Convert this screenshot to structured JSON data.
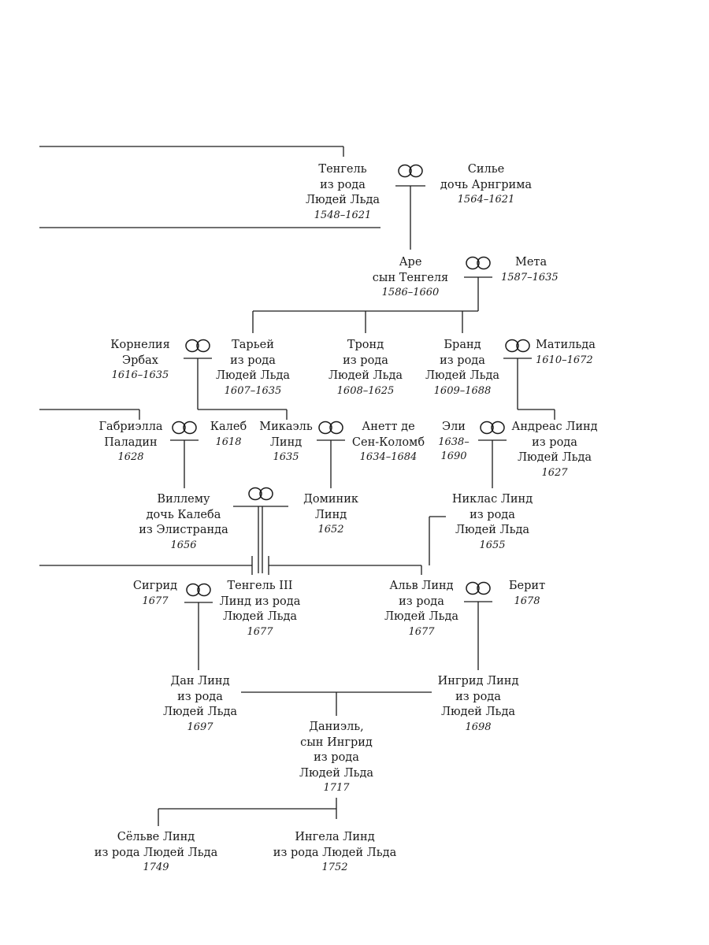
{
  "people": [
    {
      "id": "tengel",
      "lines": [
        "Тенгель",
        "из рода",
        "Людей Льда"
      ],
      "years": "1548–1621"
    },
    {
      "id": "silje",
      "lines": [
        "Силье",
        "дочь Арнгрима"
      ],
      "years": "1564–1621"
    },
    {
      "id": "are",
      "lines": [
        "Аре",
        "сын Тенгеля"
      ],
      "years": "1586–1660"
    },
    {
      "id": "meta",
      "lines": [
        "Мета"
      ],
      "years": "1587–1635"
    },
    {
      "id": "kornelia",
      "lines": [
        "Корнелия",
        "Эрбах"
      ],
      "years": "1616–1635"
    },
    {
      "id": "taryei",
      "lines": [
        "Тарьей",
        "из рода",
        "Людей Льда"
      ],
      "years": "1607–1635"
    },
    {
      "id": "trond",
      "lines": [
        "Тронд",
        "из рода",
        "Людей Льда"
      ],
      "years": "1608–1625"
    },
    {
      "id": "brand",
      "lines": [
        "Бранд",
        "из рода",
        "Людей Льда"
      ],
      "years": "1609–1688"
    },
    {
      "id": "matilda",
      "lines": [
        "Матильда"
      ],
      "years": "1610–1672"
    },
    {
      "id": "gabriella",
      "lines": [
        "Габриэлла",
        "Паладин"
      ],
      "years": "1628"
    },
    {
      "id": "kaleb",
      "lines": [
        "Калеб"
      ],
      "years": "1618"
    },
    {
      "id": "mikael",
      "lines": [
        "Микаэль",
        "Линд"
      ],
      "years": "1635"
    },
    {
      "id": "anett",
      "lines": [
        "Анетт де",
        "Сен-Коломб"
      ],
      "years": "1634–1684"
    },
    {
      "id": "eli",
      "lines": [
        "Эли"
      ],
      "years": "1638–1690"
    },
    {
      "id": "andreas",
      "lines": [
        "Андреас Линд",
        "из рода",
        "Людей Льда"
      ],
      "years": "1627"
    },
    {
      "id": "villemu",
      "lines": [
        "Виллему",
        "дочь Калеба",
        "из Элистранда"
      ],
      "years": "1656"
    },
    {
      "id": "dominik",
      "lines": [
        "Доминик",
        "Линд"
      ],
      "years": "1652"
    },
    {
      "id": "niklas",
      "lines": [
        "Никлас Линд",
        "из рода",
        "Людей Льда"
      ],
      "years": "1655"
    },
    {
      "id": "sigrid",
      "lines": [
        "Сигрид"
      ],
      "years": "1677"
    },
    {
      "id": "tengel3",
      "lines": [
        "Тенгель III",
        "Линд из рода",
        "Людей Льда"
      ],
      "years": "1677"
    },
    {
      "id": "alv",
      "lines": [
        "Альв Линд",
        "из рода",
        "Людей Льда"
      ],
      "years": "1677"
    },
    {
      "id": "berit",
      "lines": [
        "Берит"
      ],
      "years": "1678"
    },
    {
      "id": "dan",
      "lines": [
        "Дан Линд",
        "из рода",
        "Людей Льда"
      ],
      "years": "1697"
    },
    {
      "id": "ingrid",
      "lines": [
        "Ингрид Линд",
        "из рода",
        "Людей Льда"
      ],
      "years": "1698"
    },
    {
      "id": "daniel",
      "lines": [
        "Даниэль,",
        "сын Ингрид",
        "из рода",
        "Людей Льда"
      ],
      "years": "1717"
    },
    {
      "id": "selve",
      "lines": [
        "Сёльве Линд",
        "из рода Людей Льда"
      ],
      "years": "1749"
    },
    {
      "id": "ingela",
      "lines": [
        "Ингела Линд",
        "из рода Людей Льда"
      ],
      "years": "1752"
    }
  ],
  "marriages": [
    {
      "between": [
        "tengel",
        "silje"
      ]
    },
    {
      "between": [
        "are",
        "meta"
      ]
    },
    {
      "between": [
        "kornelia",
        "taryei"
      ]
    },
    {
      "between": [
        "brand",
        "matilda"
      ]
    },
    {
      "between": [
        "gabriella",
        "kaleb"
      ]
    },
    {
      "between": [
        "mikael",
        "anett"
      ]
    },
    {
      "between": [
        "eli",
        "andreas"
      ]
    },
    {
      "between": [
        "villemu",
        "dominik"
      ]
    },
    {
      "between": [
        "sigrid",
        "tengel3"
      ]
    },
    {
      "between": [
        "alv",
        "berit"
      ]
    }
  ]
}
